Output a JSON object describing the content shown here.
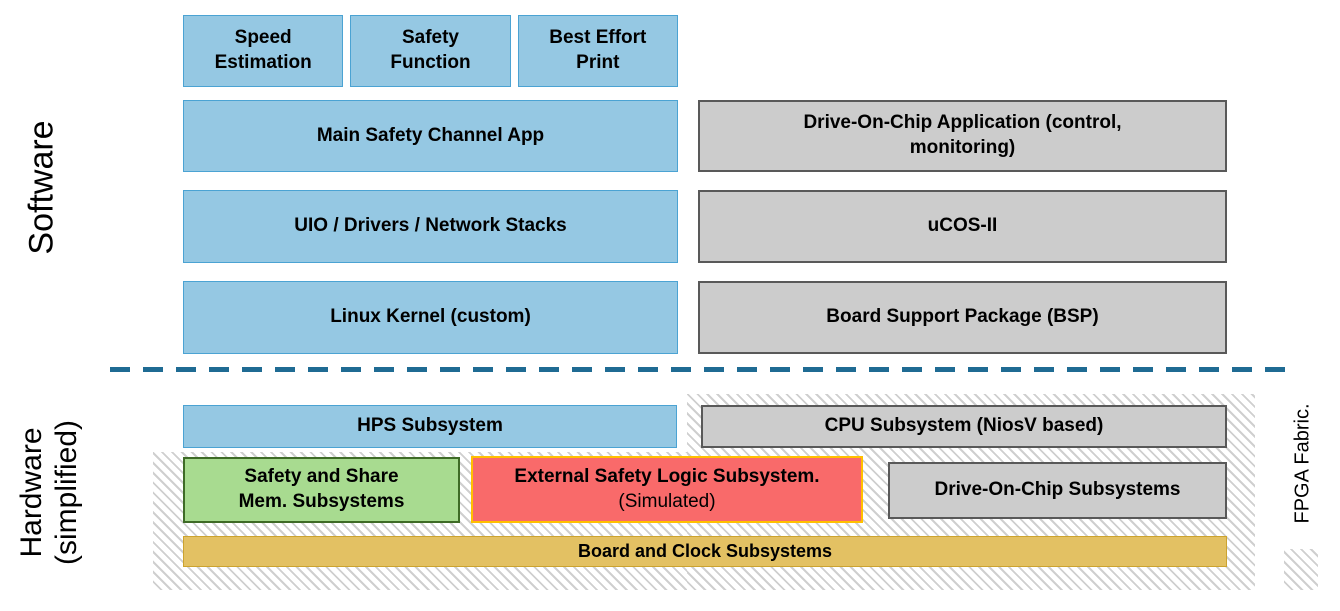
{
  "labels": {
    "software": "Software",
    "hardware": "Hardware\n(simplified)",
    "fpga": "FPGA Fabric."
  },
  "software": {
    "apps": [
      "Speed\nEstimation",
      "Safety\nFunction",
      "Best Effort\nPrint"
    ],
    "left_stack": [
      "Main Safety Channel App",
      "UIO / Drivers / Network Stacks",
      "Linux Kernel (custom)"
    ],
    "right_stack": [
      "Drive-On-Chip Application (control,\nmonitoring)",
      "uCOS-II",
      "Board Support Package (BSP)"
    ]
  },
  "hardware": {
    "hps": "HPS Subsystem",
    "cpu": "CPU Subsystem (NiosV based)",
    "safety_mem": "Safety and Share\nMem. Subsystems",
    "external_safety_line1": "External Safety Logic Subsystem.",
    "external_safety_line2": "(Simulated)",
    "doc_subsystems": "Drive-On-Chip Subsystems",
    "board_clock": "Board and Clock Subsystems"
  },
  "colors": {
    "blue_fill": "#95C8E3",
    "blue_border": "#4BA3D3",
    "gray_fill": "#CCCCCC",
    "gray_border": "#595959",
    "green_fill": "#A8DB90",
    "green_border": "#3E6B26",
    "red_fill": "#F96A6A",
    "red_border": "#FFC000",
    "gold_fill": "#E3C163",
    "divider": "#1F6B93",
    "hatch_line": "#CFCFCF"
  }
}
